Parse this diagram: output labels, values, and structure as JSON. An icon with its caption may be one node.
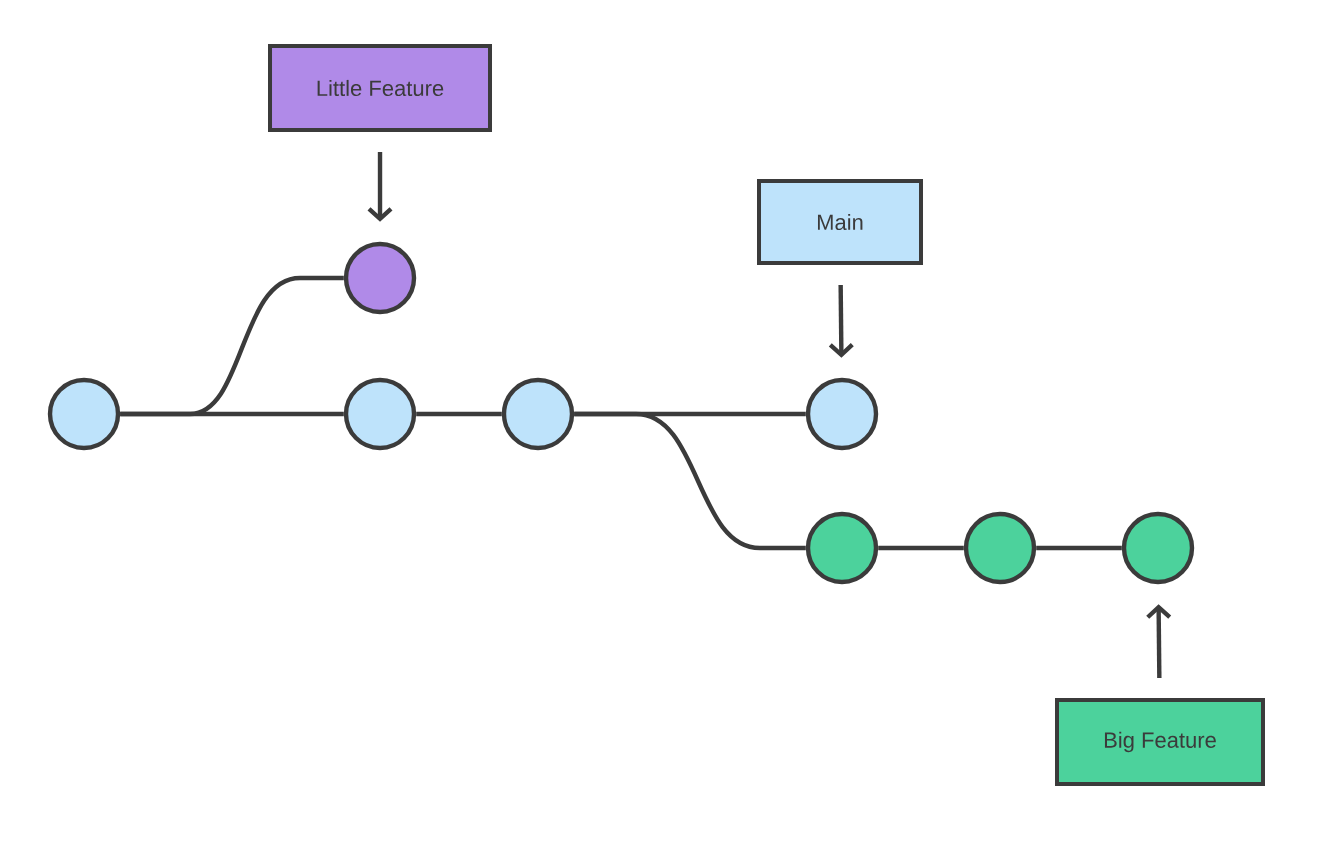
{
  "diagram": {
    "nodes": [
      {
        "text": [
          "Little Feature"
        ]
      },
      {
        "text": [],
        "shape": "circle"
      },
      {
        "text": [
          "Main"
        ]
      },
      {
        "text": [],
        "shape": "circle"
      },
      {
        "text": [],
        "shape": "circle"
      },
      {
        "text": [],
        "shape": "circle"
      },
      {
        "text": [],
        "shape": "circle"
      },
      {
        "text": [],
        "shape": "circle"
      },
      {
        "text": [],
        "shape": "circle"
      },
      {
        "text": [],
        "shape": "circle"
      },
      {
        "text": [
          "Big Feature"
        ]
      }
    ],
    "edges": [
      {
        "from": 3,
        "to": 4,
        "arrow": "none"
      },
      {
        "from": 3,
        "to": 1,
        "arrow": "none"
      },
      {
        "from": 4,
        "to": 5,
        "arrow": "none"
      },
      {
        "from": 5,
        "to": 6,
        "arrow": "none"
      },
      {
        "from": 5,
        "to": 7,
        "arrow": "none"
      },
      {
        "from": 7,
        "to": 8,
        "arrow": "none"
      },
      {
        "from": 8,
        "to": 9,
        "arrow": "none"
      },
      {
        "from": 0,
        "to": 1,
        "arrow": "to"
      },
      {
        "from": 2,
        "to": 6,
        "arrow": "to"
      },
      {
        "from": 10,
        "to": 9,
        "arrow": "to"
      }
    ]
  }
}
